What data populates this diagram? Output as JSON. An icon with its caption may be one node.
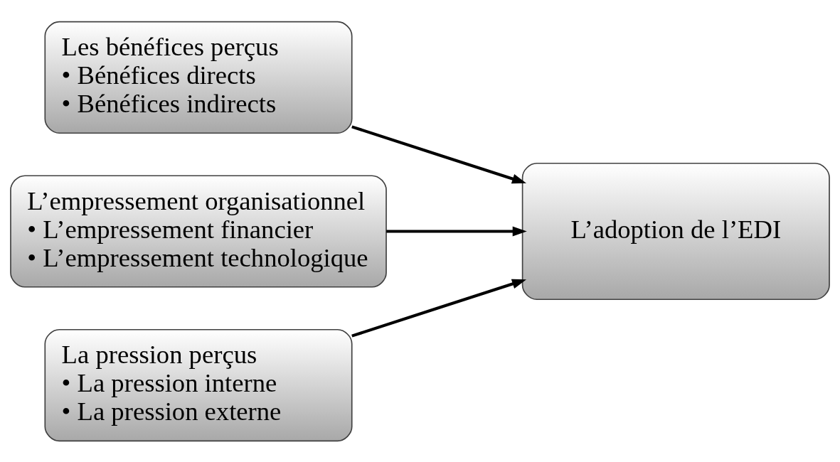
{
  "diagram": {
    "nodes": [
      {
        "text": [
          "Les bénéfices perçus",
          "• Bénéfices directs",
          "• Bénéfices indirects"
        ]
      },
      {
        "text": [
          "L’empressement organisationnel",
          "• L’empressement financier",
          "• L’empressement technologique"
        ]
      },
      {
        "text": [
          "La pression perçus",
          "• La pression interne",
          "• La pression externe"
        ]
      },
      {
        "text": [
          "L’adoption de l’EDI"
        ]
      }
    ],
    "edges": [
      {
        "from": 0,
        "to": 3,
        "arrow": "to"
      },
      {
        "from": 1,
        "to": 3,
        "arrow": "to"
      },
      {
        "from": 2,
        "to": 3,
        "arrow": "to"
      }
    ]
  }
}
